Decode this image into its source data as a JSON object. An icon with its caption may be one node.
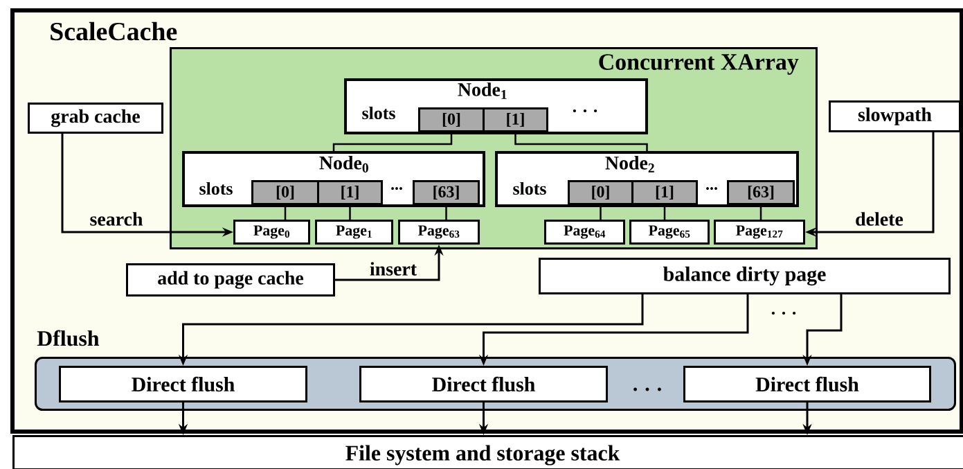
{
  "diagram": {
    "nodes": [
      {
        "text": [
          "ScaleCache"
        ]
      },
      {
        "text": [
          "Concurrent XArray"
        ],
        "in": 0
      },
      {
        "text": [
          "Node$_{1}$",
          "slots",
          ". . ."
        ],
        "in": 1
      },
      {
        "text": [
          "[0]"
        ],
        "in": 2
      },
      {
        "text": [
          "[1]"
        ],
        "in": 2
      },
      {
        "text": [
          "Node$_{0}$",
          "slots",
          "..."
        ],
        "in": 1
      },
      {
        "text": [
          "[0]"
        ],
        "in": 5
      },
      {
        "text": [
          "[1]"
        ],
        "in": 5
      },
      {
        "text": [
          "[63]"
        ],
        "in": 5
      },
      {
        "text": [
          "Node$_{2}$",
          "slots",
          "..."
        ],
        "in": 1
      },
      {
        "text": [
          "[0]"
        ],
        "in": 9
      },
      {
        "text": [
          "[1]"
        ],
        "in": 9
      },
      {
        "text": [
          "[63]"
        ],
        "in": 9
      },
      {
        "text": [
          "Page$_{0}$"
        ],
        "in": 1
      },
      {
        "text": [
          "Page$_{1}$"
        ],
        "in": 1
      },
      {
        "text": [
          "Page$_{63}$"
        ],
        "in": 1
      },
      {
        "text": [
          "Page$_{64}$"
        ],
        "in": 1
      },
      {
        "text": [
          "Page$_{65}$"
        ],
        "in": 1
      },
      {
        "text": [
          "Page$_{127}$"
        ],
        "in": 1
      },
      {
        "text": [
          "grab cache"
        ],
        "in": 0
      },
      {
        "text": [
          "slowpath"
        ],
        "in": 0
      },
      {
        "text": [
          "add to page cache"
        ],
        "in": 0
      },
      {
        "text": [
          "balance dirty page"
        ],
        "in": 0
      },
      {
        "text": [
          "Dflush",
          ". . ."
        ],
        "in": 0
      },
      {
        "text": [
          "Direct flush"
        ],
        "in": 23
      },
      {
        "text": [
          "Direct flush"
        ],
        "in": 23
      },
      {
        "text": [
          "Direct flush"
        ],
        "in": 23
      },
      {
        "text": [
          "File system and storage stack"
        ]
      }
    ],
    "edges": [
      {
        "from": 3,
        "to": 5,
        "arrow": "none"
      },
      {
        "from": 4,
        "to": 9,
        "arrow": "none"
      },
      {
        "from": 6,
        "to": 13,
        "arrow": "none"
      },
      {
        "from": 7,
        "to": 14,
        "arrow": "none"
      },
      {
        "from": 8,
        "to": 15,
        "arrow": "none"
      },
      {
        "from": 10,
        "to": 16,
        "arrow": "none"
      },
      {
        "from": 11,
        "to": 17,
        "arrow": "none"
      },
      {
        "from": 12,
        "to": 18,
        "arrow": "none"
      },
      {
        "from": 19,
        "to": 13,
        "arrow": "to",
        "label": "search"
      },
      {
        "from": 20,
        "to": 18,
        "arrow": "to",
        "label": "delete"
      },
      {
        "from": 21,
        "to": 15,
        "arrow": "to",
        "label": "insert"
      },
      {
        "from": 22,
        "to": 24,
        "arrow": "to"
      },
      {
        "from": 22,
        "to": 25,
        "arrow": "to"
      },
      {
        "from": 22,
        "to": 26,
        "arrow": "to"
      },
      {
        "from": 24,
        "to": 27,
        "arrow": "to"
      },
      {
        "from": 25,
        "to": 27,
        "arrow": "to"
      },
      {
        "from": 26,
        "to": 27,
        "arrow": "to"
      }
    ],
    "labels": [
      ". . ."
    ]
  }
}
